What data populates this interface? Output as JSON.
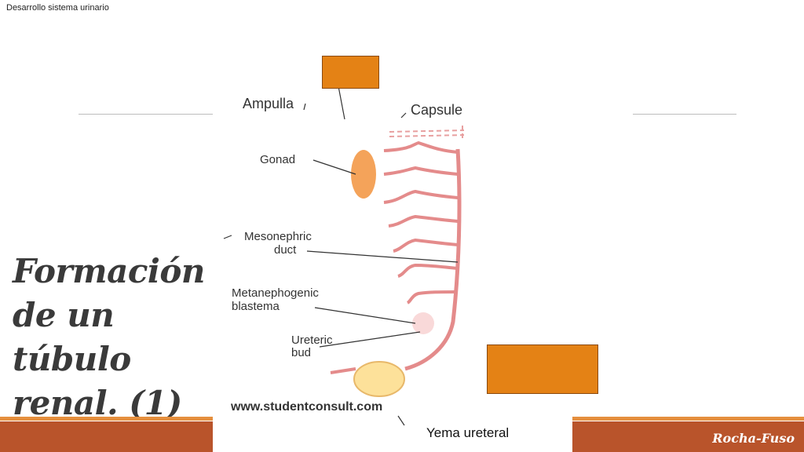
{
  "slide": {
    "header": "Desarrollo sistema urinario",
    "title_lines": [
      "Formación",
      "de un",
      "túbulo",
      "renal. (1)"
    ],
    "footer_brand": "Rocha-Fuso"
  },
  "figure": {
    "labels": {
      "ampulla": "Ampulla",
      "capsule": "Capsule",
      "gonad": "Gonad",
      "mesonephric_1": "Mesonephric",
      "mesonephric_2": "duct",
      "metanephogenic_1": "Metanephogenic",
      "metanephogenic_2": "blastema",
      "ureteric_1": "Ureteric",
      "ureteric_2": "bud",
      "url": "www.studentconsult.com"
    },
    "callout": "Yema ureteral"
  },
  "colors": {
    "accent_orange": "#e48215",
    "bar_dark": "#b9542b",
    "bar_light": "#e58f3e",
    "tubule": "#e48b8b",
    "gonad": "#f4a35a",
    "bladder": "#fde19a"
  }
}
